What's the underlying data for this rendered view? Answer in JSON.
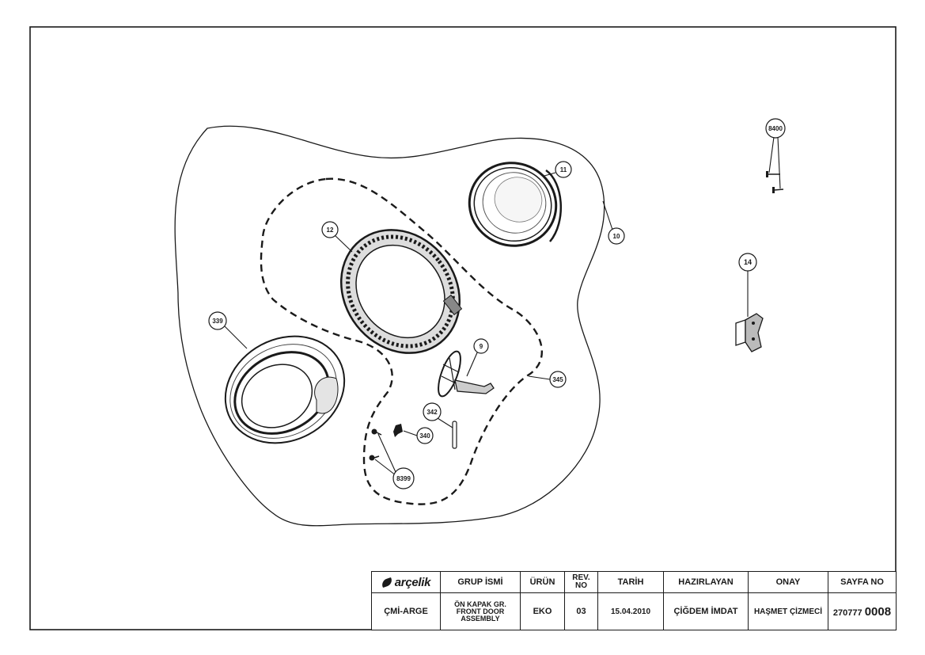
{
  "drawing": {
    "callouts": [
      {
        "id": "8400",
        "label": "8400"
      },
      {
        "id": "11",
        "label": "11"
      },
      {
        "id": "10",
        "label": "10"
      },
      {
        "id": "12",
        "label": "12"
      },
      {
        "id": "14",
        "label": "14"
      },
      {
        "id": "339",
        "label": "339"
      },
      {
        "id": "9",
        "label": "9"
      },
      {
        "id": "345",
        "label": "345"
      },
      {
        "id": "342",
        "label": "342"
      },
      {
        "id": "340",
        "label": "340"
      },
      {
        "id": "8399",
        "label": "8399"
      }
    ]
  },
  "title_block": {
    "logo_text": "arçelik",
    "headers": {
      "group_name": "GRUP İSMİ",
      "product": "ÜRÜN",
      "rev_line1": "REV.",
      "rev_line2": "NO",
      "date": "TARİH",
      "prepared_by": "HAZIRLAYAN",
      "approved_by": "ONAY",
      "page_no": "SAYFA NO"
    },
    "values": {
      "department": "ÇMİ-ARGE",
      "group_line1": "ÖN KAPAK GR.",
      "group_line2": "FRONT DOOR",
      "group_line3": "ASSEMBLY",
      "product": "EKO",
      "rev": "03",
      "date": "15.04.2010",
      "prepared_by": "ÇİĞDEM İMDAT",
      "approved_by": "HAŞMET ÇİZMECİ",
      "page_no_prefix": "270777",
      "page_no_suffix": "0008"
    }
  }
}
